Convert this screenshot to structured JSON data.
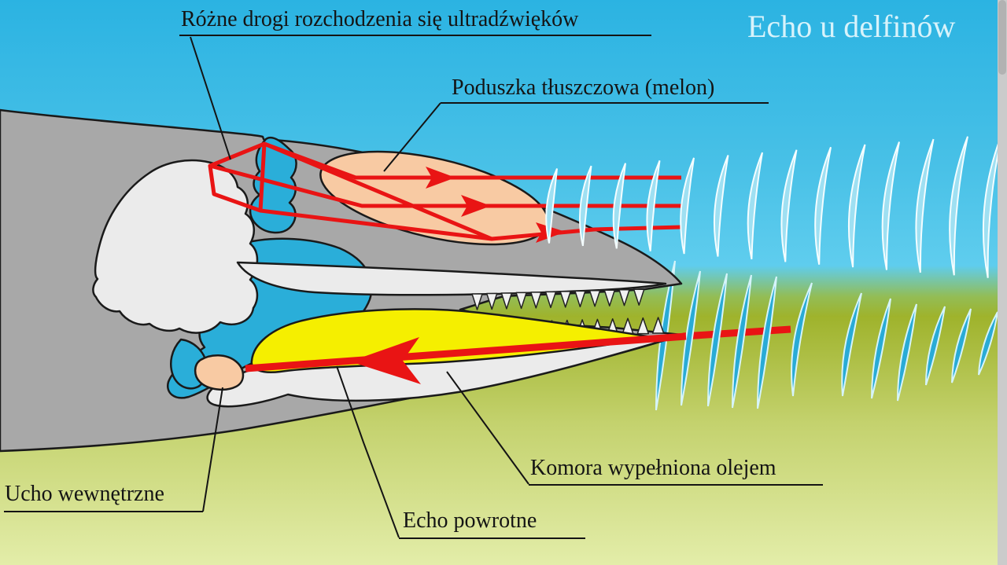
{
  "title": {
    "text": "Echo u delfinów"
  },
  "labels": {
    "sound_paths": "Różne drogi rozchodzenia się ultradźwięków",
    "melon": "Poduszka tłuszczowa (melon)",
    "inner_ear": "Ucho wewnętrzne",
    "oil_chamber": "Komora wypełniona olejem",
    "return_echo": "Echo powrotne"
  },
  "colors": {
    "water_top": "#2bb3e2",
    "water_bottom": "#5fcdee",
    "seafloor_top": "#9fb32c",
    "seafloor_bottom": "#e3eda9",
    "body_gray": "#a8a8a8",
    "bone_light": "#ebebeb",
    "air_space_cyan": "#2aaed9",
    "oil_chamber_yellow": "#f5ef00",
    "melon_peach": "#f8caa3",
    "sound_path_red": "#e91414",
    "label_text": "#141414",
    "title_text": "#d8f3fb"
  }
}
